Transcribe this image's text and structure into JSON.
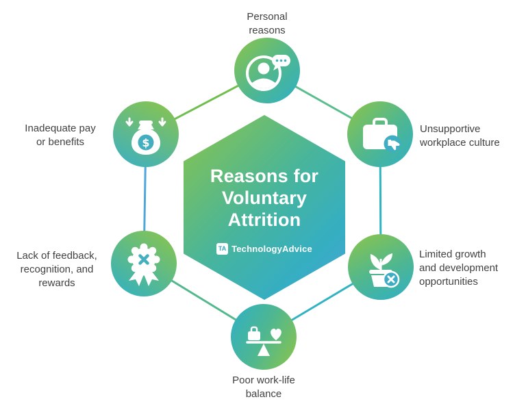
{
  "title": "Reasons for\nVoluntary\nAttrition",
  "brand": {
    "logo_letters": "TA",
    "name": "TechnologyAdvice"
  },
  "nodes": [
    {
      "label": "Personal\nreasons",
      "icon": "person-chat-icon"
    },
    {
      "label": "Unsupportive\nworkplace culture",
      "icon": "briefcase-thumbs-down-icon"
    },
    {
      "label": "Limited growth\nand development\nopportunities",
      "icon": "plant-x-icon"
    },
    {
      "label": "Poor work-life\nbalance",
      "icon": "work-life-balance-icon"
    },
    {
      "label": "Lack of feedback,\nrecognition, and\nrewards",
      "icon": "award-x-icon"
    },
    {
      "label": "Inadequate pay\nor benefits",
      "icon": "money-bag-icon",
      "symbol": "$"
    }
  ],
  "colors": {
    "green": "#8CC549",
    "teal": "#2FB0C6",
    "blue": "#4BA3D4",
    "text": "#414042",
    "white": "#FFFFFF"
  }
}
